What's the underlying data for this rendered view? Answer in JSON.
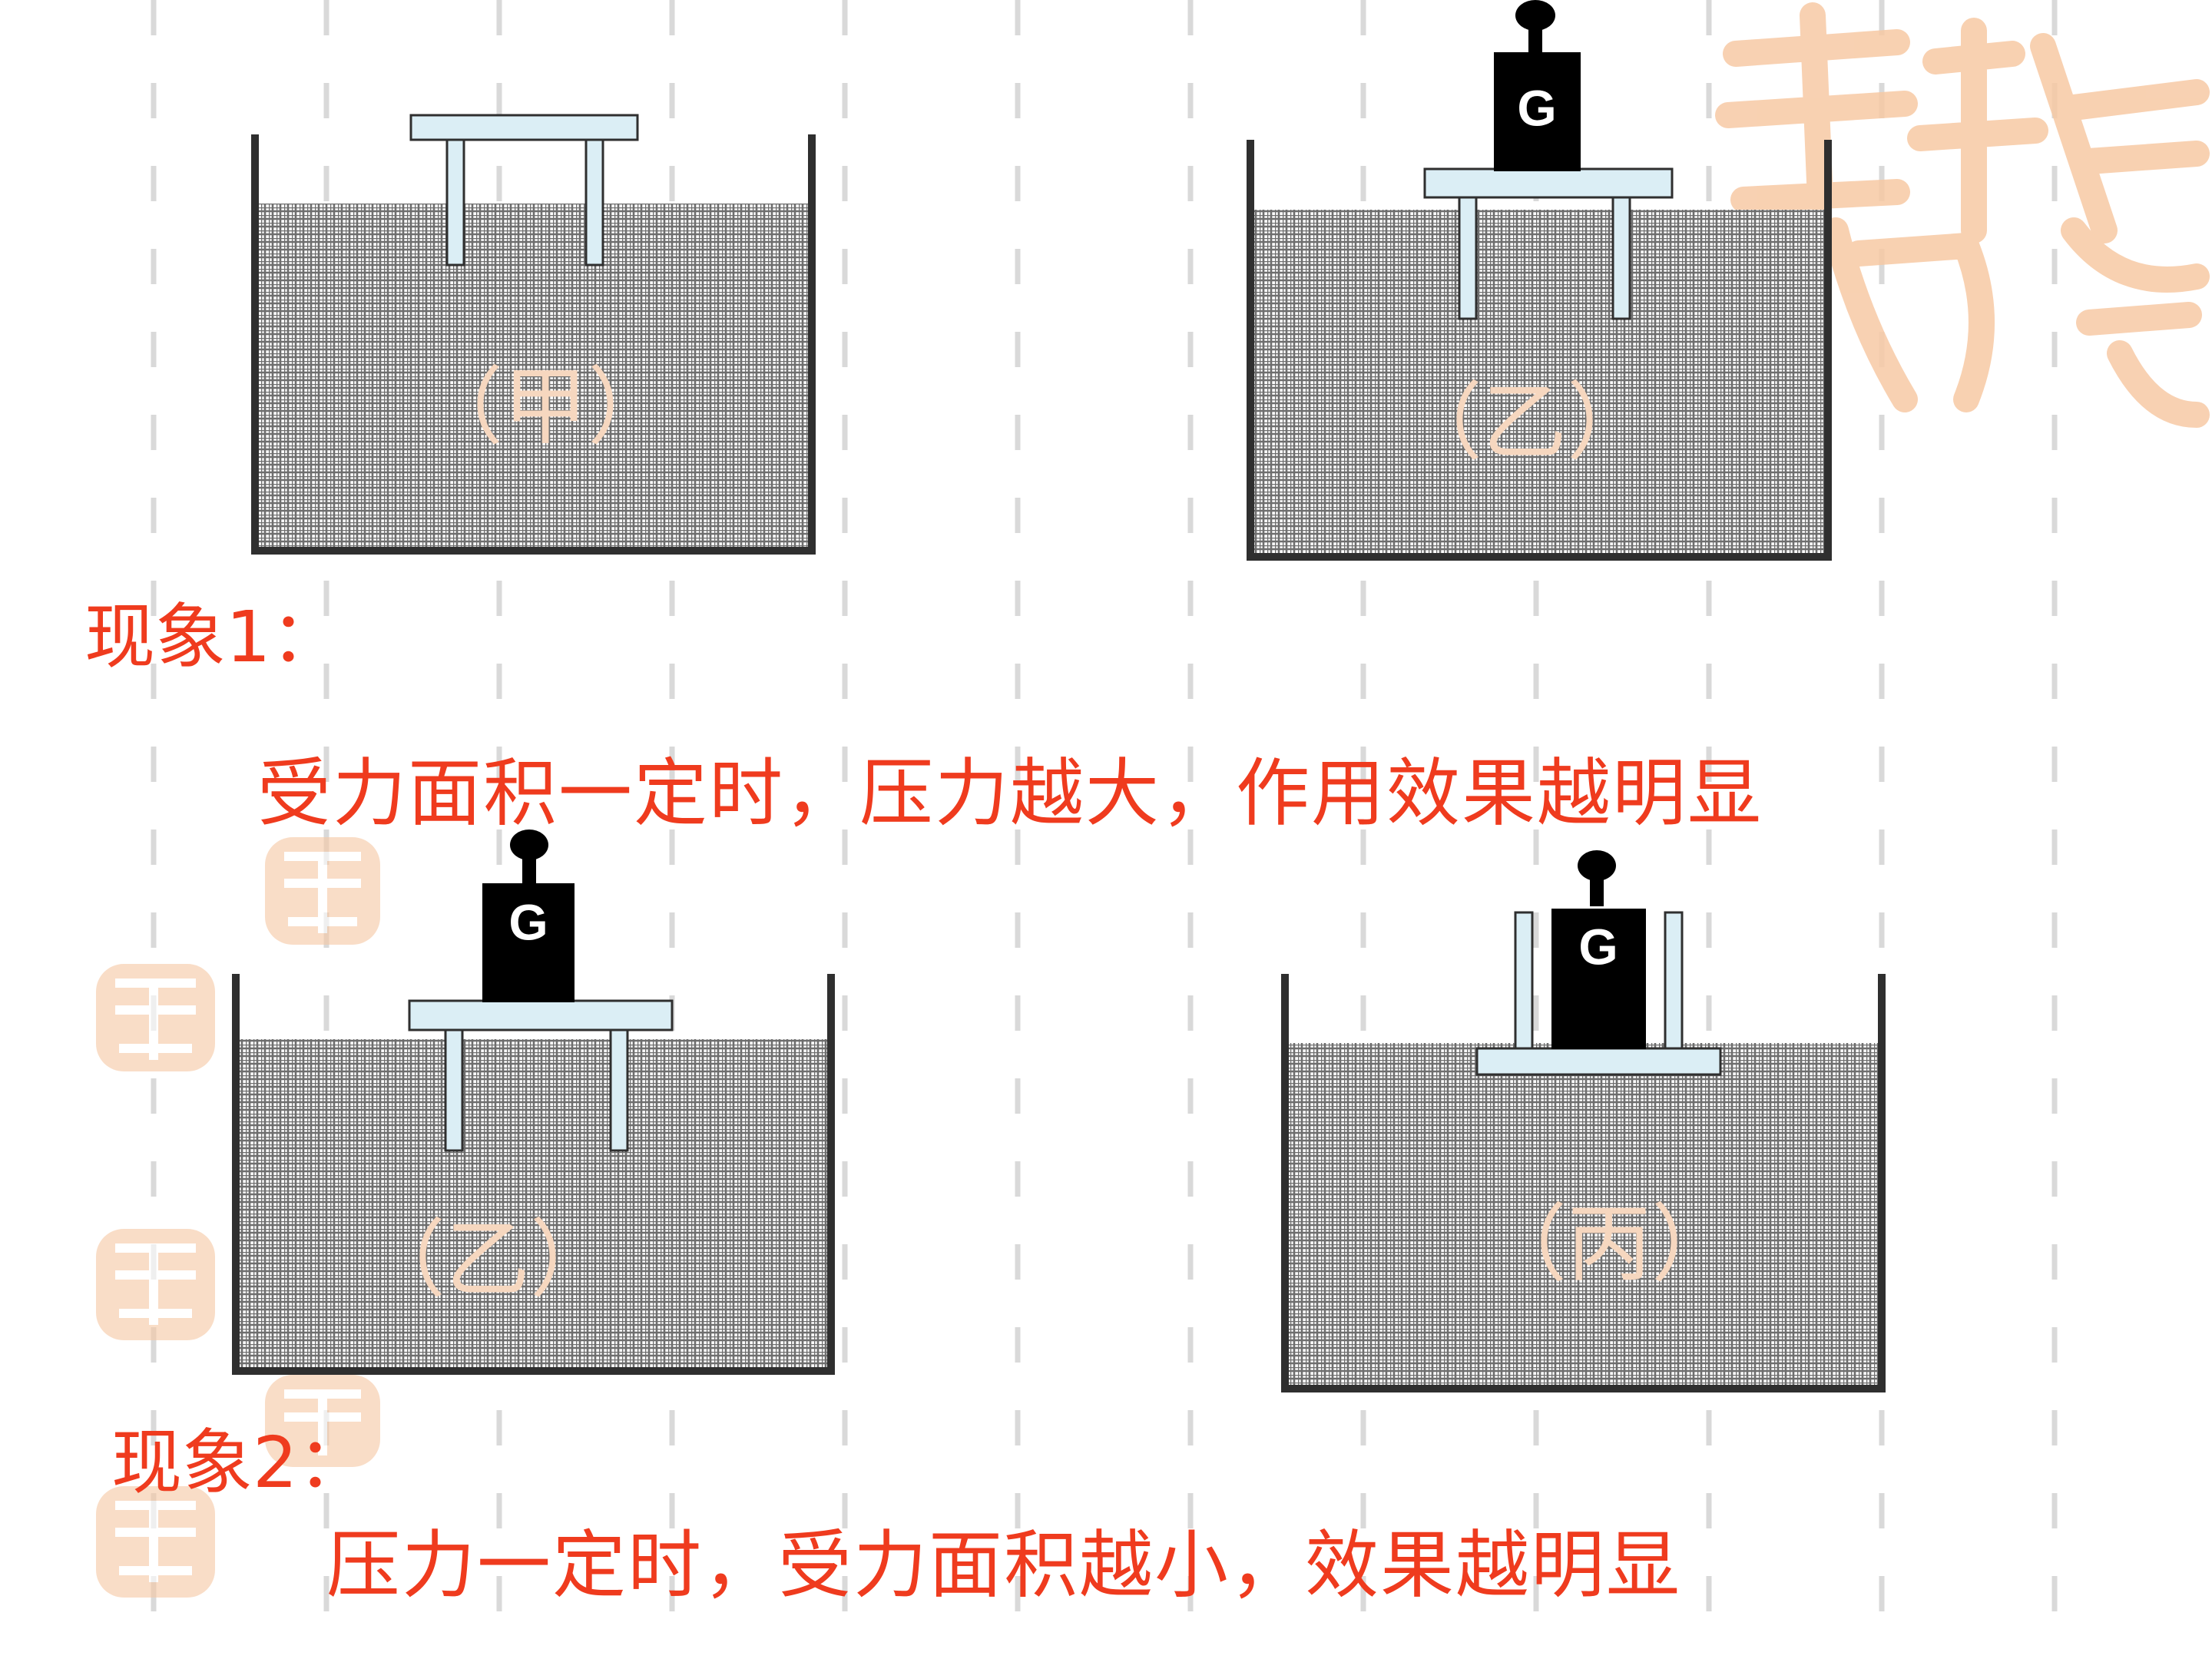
{
  "colors": {
    "text_accent": "#ef3b1e",
    "dash": "#d9d9d9",
    "sand_fill": "#777777",
    "container": "#2f2f2f",
    "stool": "#dbeef5",
    "weight": "#000000",
    "panel_label": "#f6d7bf",
    "watermark": "#f7c9a4"
  },
  "panels": [
    {
      "id": "jia",
      "label": "（甲）",
      "weight_label": ""
    },
    {
      "id": "yi_top",
      "label": "（乙）",
      "weight_label": "G"
    },
    {
      "id": "yi_bot",
      "label": "（乙）",
      "weight_label": "G"
    },
    {
      "id": "bing",
      "label": "（丙）",
      "weight_label": "G"
    }
  ],
  "phenomenon1": {
    "heading": "现象1：",
    "conclusion": "受力面积一定时，压力越大，作用效果越明显"
  },
  "phenomenon2": {
    "heading": "现象2：",
    "conclusion": "压力一定时，受力面积越小，效果越明显"
  },
  "watermark_icon": "auspicious-seal-icon"
}
